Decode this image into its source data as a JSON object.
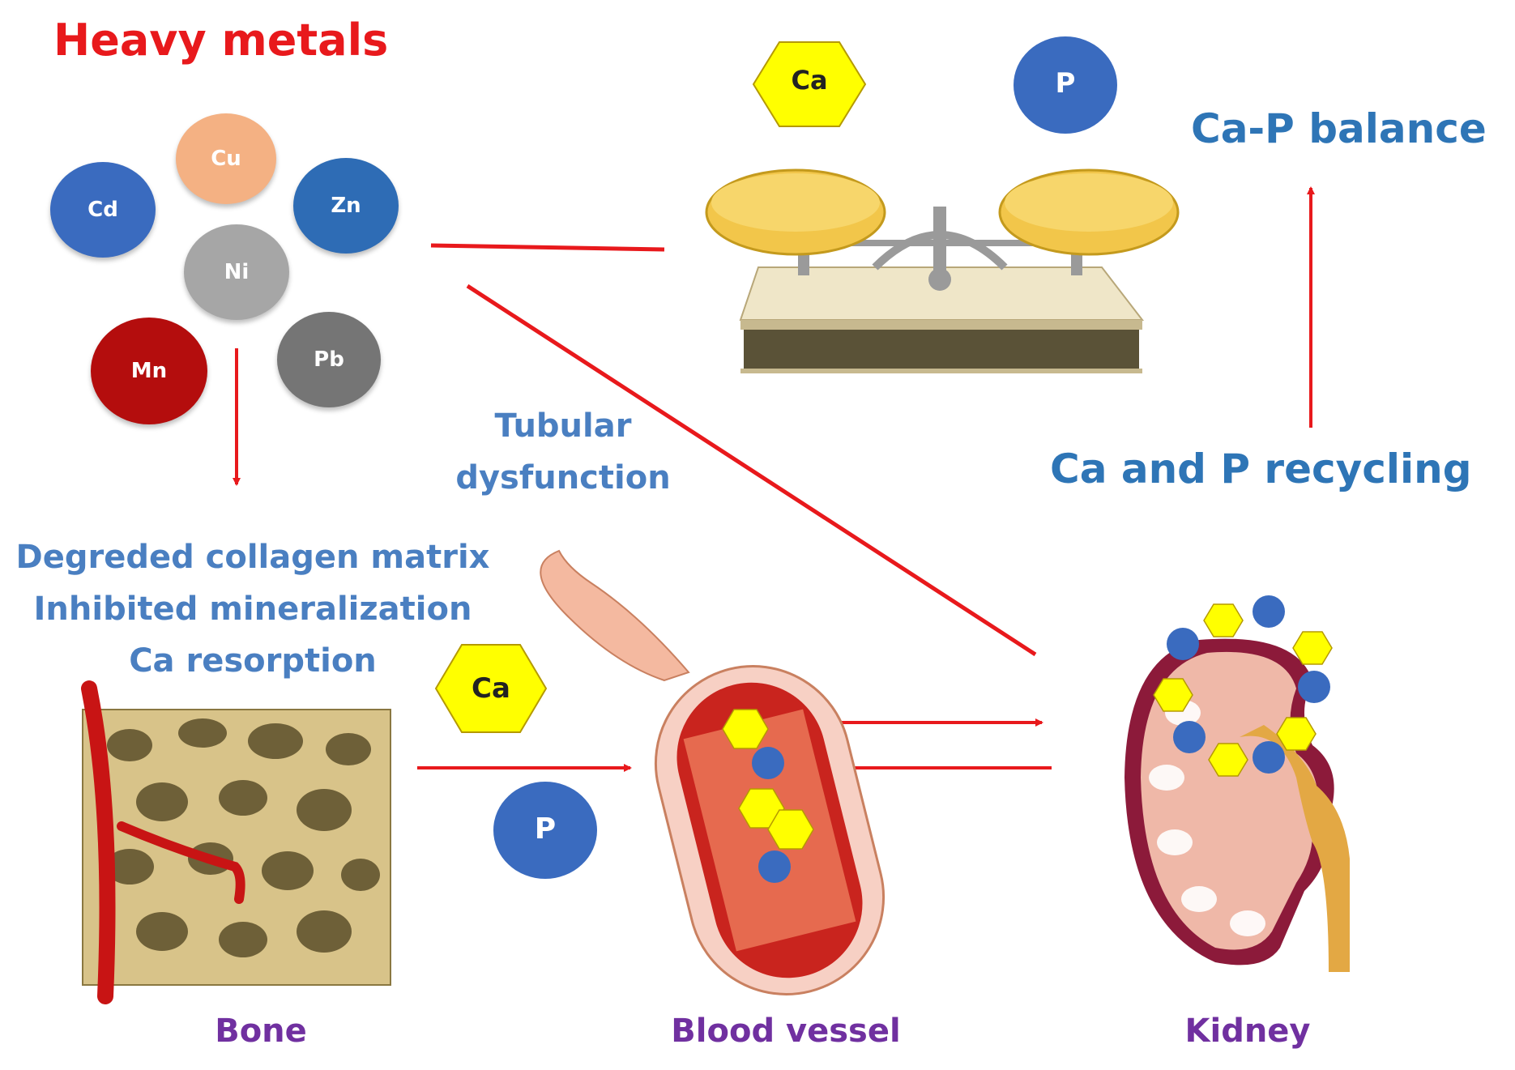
{
  "title": "Heavy metals",
  "metals": [
    {
      "symbol": "Cu",
      "color": "#f4b183"
    },
    {
      "symbol": "Cd",
      "color": "#3a6bbf"
    },
    {
      "symbol": "Zn",
      "color": "#2e6cb5"
    },
    {
      "symbol": "Ni",
      "color": "#a6a6a6"
    },
    {
      "symbol": "Mn",
      "color": "#b40d0d"
    },
    {
      "symbol": "Pb",
      "color": "#757575"
    }
  ],
  "balance": {
    "ca_label": "Ca",
    "p_label": "P"
  },
  "labels": {
    "ca_p_balance": "Ca-P balance",
    "ca_p_recycling": "Ca and P recycling",
    "tubular_line1": "Tubular",
    "tubular_line2": "dysfunction",
    "bone_effect1": "Degreded collagen matrix",
    "bone_effect2": "Inhibited mineralization",
    "bone_effect3": "Ca resorption",
    "ca_transport": "Ca",
    "p_transport": "P"
  },
  "organs": {
    "bone": "Bone",
    "vessel": "Blood vessel",
    "kidney": "Kidney"
  },
  "colors": {
    "arrow": "#e8191c",
    "ca_hex": "#ffff00",
    "p_circle": "#3a6bbf",
    "label_blue": "#2e75b6",
    "organ_label": "#7030a0"
  }
}
